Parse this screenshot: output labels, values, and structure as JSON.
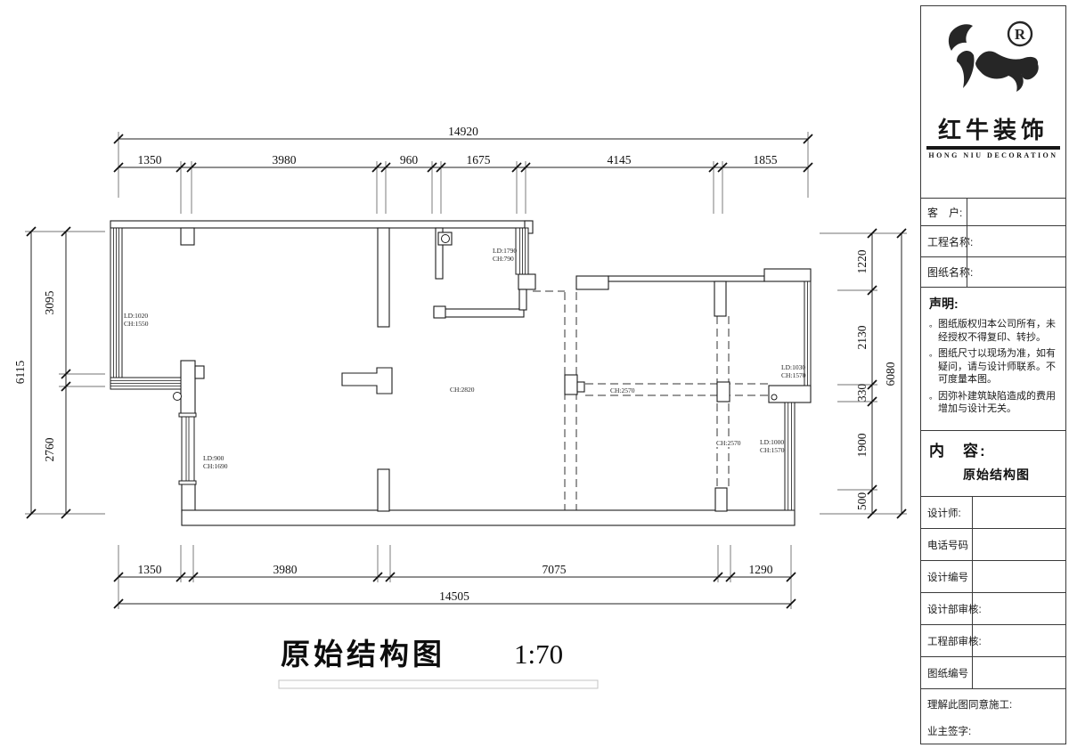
{
  "drawing": {
    "title": "原始结构图",
    "scale": "1:70",
    "dims": {
      "top": {
        "total": "14920",
        "segments": [
          "1350",
          "3980",
          "960",
          "1675",
          "4145",
          "1855"
        ]
      },
      "bottom": {
        "total": "14505",
        "segments": [
          "1350",
          "3980",
          "7075",
          "1290"
        ]
      },
      "left": {
        "total": "6115",
        "segments": [
          "3095",
          "2760"
        ]
      },
      "right": {
        "total": "6080",
        "segments": [
          "1220",
          "2130",
          "330",
          "1900",
          "500"
        ]
      }
    },
    "labels": {
      "win_left": [
        "LD:1020",
        "CH:1550"
      ],
      "win_sw": [
        "LD:900",
        "CH:1690"
      ],
      "win_top": [
        "LD:1790",
        "CH:790"
      ],
      "win_ne": [
        "LD:1030",
        "CH:1570"
      ],
      "win_e": [
        "LD:1000",
        "CH:1570"
      ],
      "ch_main": "CH:2820",
      "ch_corridor": "CH:2570",
      "ch_right": "CH:2570"
    }
  },
  "titleblock": {
    "company": {
      "name": "红牛装饰",
      "en": "HONG NIU DECORATION",
      "reg": "R"
    },
    "fields": {
      "customer": "客　户:",
      "project": "工程名称:",
      "drawing": "图纸名称:"
    },
    "statement": {
      "title": "声明:",
      "bullet": "。",
      "items": [
        "图纸版权归本公司所有，未经授权不得复印、转抄。",
        "图纸尺寸以现场为准，如有疑问，请与设计师联系。不可度量本图。",
        "因弥补建筑缺陷造成的费用增加与设计无关。"
      ]
    },
    "content": {
      "label": "内　容:",
      "value": "原始结构图"
    },
    "info": [
      "设计师:",
      "电话号码",
      "设计编号",
      "设计部审核:",
      "工程部审核:",
      "图纸编号"
    ],
    "footer": {
      "construct": "理解此图同意施工:",
      "sign": "业主签字:"
    }
  },
  "colors": {
    "line": "#1c1c1c",
    "accent": "#171717",
    "underline_border": "#c4c4c4"
  }
}
